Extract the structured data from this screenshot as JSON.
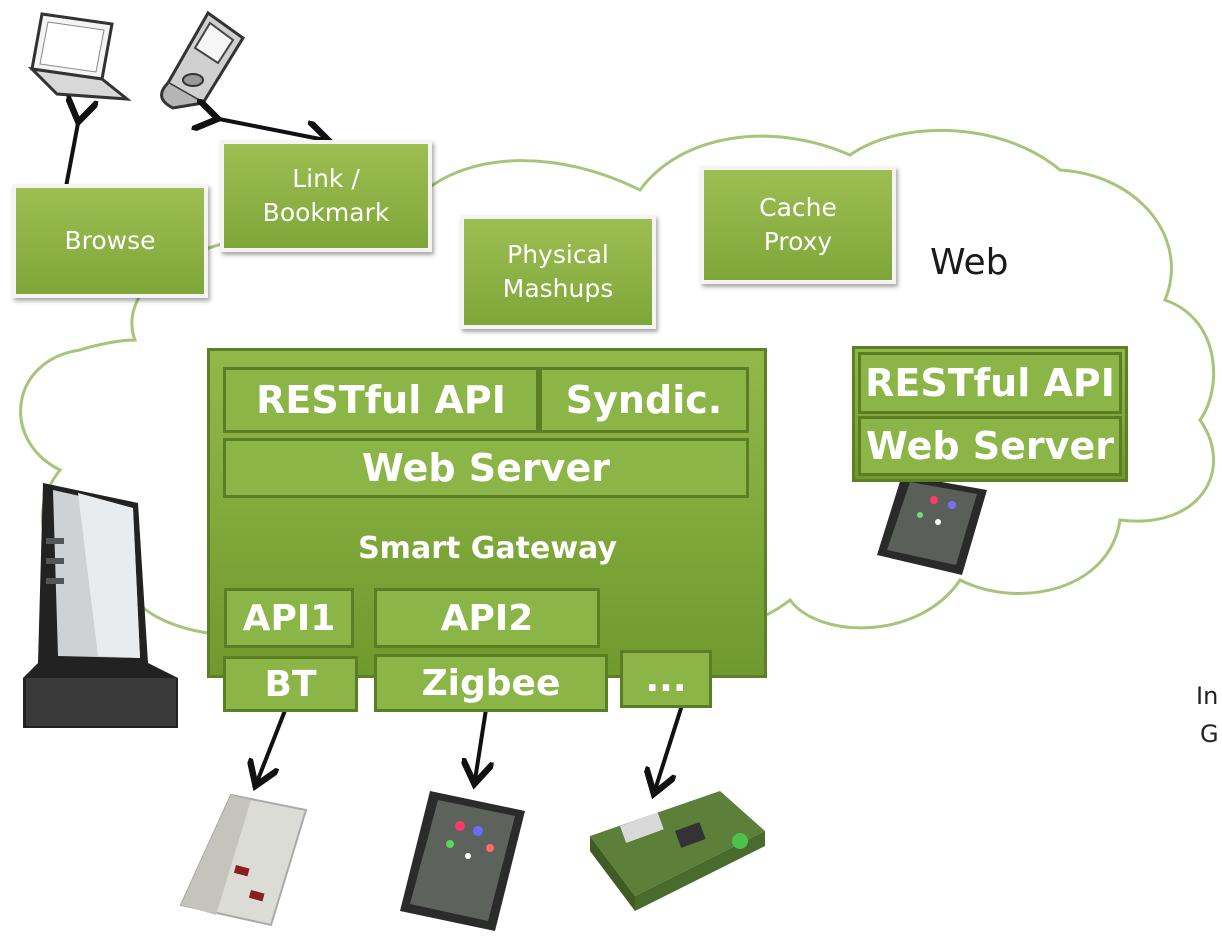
{
  "labels": {
    "browse": "Browse",
    "link_line1": "Link /",
    "link_line2": "Bookmark",
    "physical_line1": "Physical",
    "physical_line2": "Mashups",
    "cache_line1": "Cache",
    "cache_line2": "Proxy",
    "web": "Web",
    "restful_api": "RESTful API",
    "syndic": "Syndic.",
    "web_server": "Web Server",
    "smart_gateway": "Smart Gateway",
    "api1": "API1",
    "api2": "API2",
    "bt": "BT",
    "zigbee": "Zigbee",
    "ellipsis": "...",
    "device_restful_api": "RESTful API",
    "device_web_server": "Web Server",
    "side_text_1": "In",
    "side_text_2": "G"
  },
  "icons": [
    "laptop-icon",
    "mobile-phone-icon",
    "gateway-router-icon",
    "smart-plug-icon",
    "sensor-node-icon",
    "embedded-board-icon",
    "web-device-icon"
  ],
  "colors": {
    "green_light": "#9dbe52",
    "green_dark": "#6f9a2e",
    "border_dark": "#5b7e25",
    "cloud_stroke": "#a6c57a"
  }
}
